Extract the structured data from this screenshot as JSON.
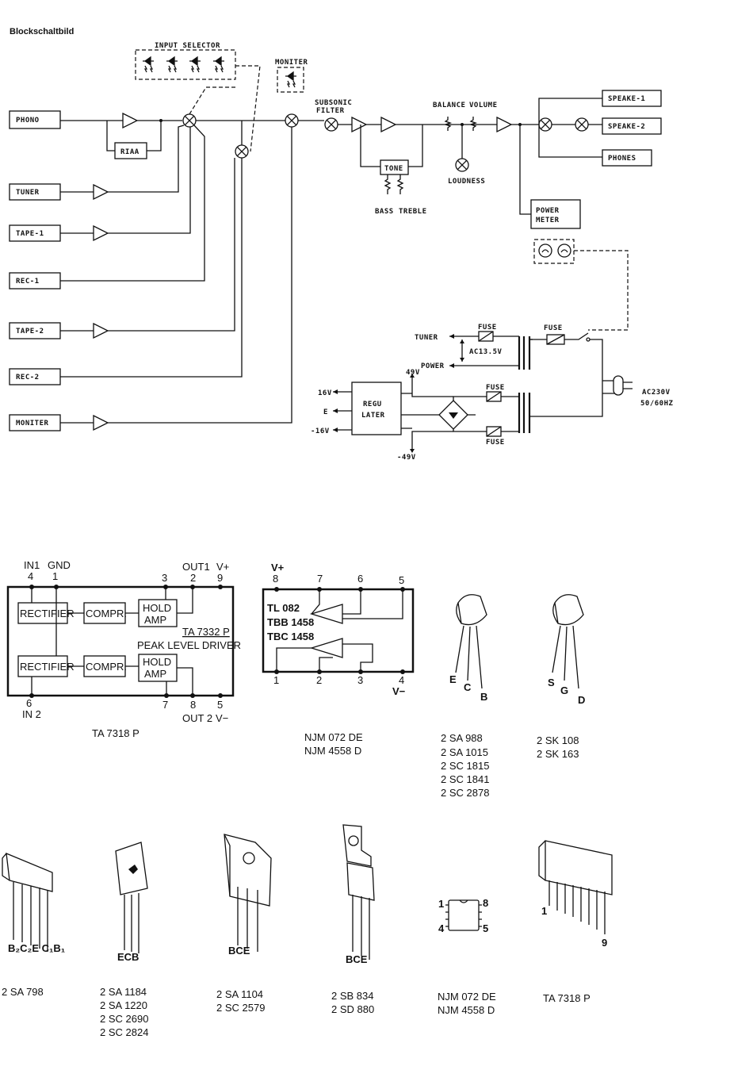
{
  "title": "Blockschaltbild",
  "block": {
    "inputs": [
      "PHONO",
      "TUNER",
      "TAPE-1",
      "REC-1",
      "TAPE-2",
      "REC-2",
      "MONITER"
    ],
    "riaa": "RIAA",
    "input_selector": "INPUT SELECTOR",
    "moniter": "MONITER",
    "subsonic_1": "SUBSONIC",
    "subsonic_2": "FILTER",
    "balance": "BALANCE",
    "volume": "VOLUME",
    "tone": "TONE",
    "bass": "BASS",
    "treble": "TREBLE",
    "loudness": "LOUDNESS",
    "speaker1": "SPEAKE-1",
    "speaker2": "SPEAKE-2",
    "phones": "PHONES",
    "power_meter_1": "POWER",
    "power_meter_2": "METER"
  },
  "psu": {
    "tuner": "TUNER",
    "ac135": "AC13.5V",
    "power": "POWER",
    "v49": "49V",
    "fuse": "FUSE",
    "v16p": "16V",
    "e": "E",
    "v16n": "-16V",
    "regu_1": "REGU",
    "regu_2": "LATER",
    "v49n": "-49V",
    "ac230": "AC230V",
    "hz": "50/60HZ"
  },
  "ic": {
    "in1": "IN1",
    "gnd": "GND",
    "out1": "OUT1",
    "vplus": "V+",
    "pins_top": [
      "4",
      "1",
      "3",
      "2",
      "9"
    ],
    "pins_bottom": [
      "6",
      "7",
      "8",
      "5"
    ],
    "in2": "IN 2",
    "out2": "OUT 2",
    "vminus": "V−",
    "rectifier": "RECTIFIER",
    "compr": "COMPR.",
    "hold": "HOLD",
    "amp": "AMP",
    "ta7332": "TA 7332 P",
    "peak": "PEAK LEVEL DRIVER",
    "caption": "TA 7318 P"
  },
  "opamp": {
    "vplus": "V+",
    "pins_top": [
      "8",
      "7",
      "6",
      "5"
    ],
    "pins_bottom": [
      "1",
      "2",
      "3",
      "4"
    ],
    "vminus": "V−",
    "types": [
      "TL 082",
      "TBB 1458",
      "TBC 1458"
    ],
    "caption": [
      "NJM 072 DE",
      "NJM 4558 D"
    ]
  },
  "to92_bjt": {
    "pins": [
      "E",
      "C",
      "B"
    ],
    "caption": [
      "2 SA 988",
      "2 SA 1015",
      "2 SC 1815",
      "2 SC 1841",
      "2 SC 2878"
    ]
  },
  "to92_fet": {
    "pins": [
      "S",
      "G",
      "D"
    ],
    "caption": [
      "2 SK 108",
      "2 SK 163"
    ]
  },
  "packages": [
    {
      "pins": "B₂C₂E C₁B₁",
      "caption": [
        "2 SA 798"
      ]
    },
    {
      "pins": "ECB",
      "caption": [
        "2 SA 1184",
        "2 SA 1220",
        "2 SC 2690",
        "2 SC 2824"
      ]
    },
    {
      "pins": "BCE",
      "caption": [
        "2 SA 1104",
        "2 SC 2579"
      ]
    },
    {
      "pins": "BCE",
      "caption": [
        "2 SB 834",
        "2 SD 880"
      ]
    },
    {
      "pins": [
        "1",
        "8",
        "4",
        "5"
      ],
      "caption": [
        "NJM 072 DE",
        "NJM 4558 D"
      ]
    },
    {
      "pins": [
        "1",
        "9"
      ],
      "caption": [
        "TA 7318 P"
      ]
    }
  ]
}
